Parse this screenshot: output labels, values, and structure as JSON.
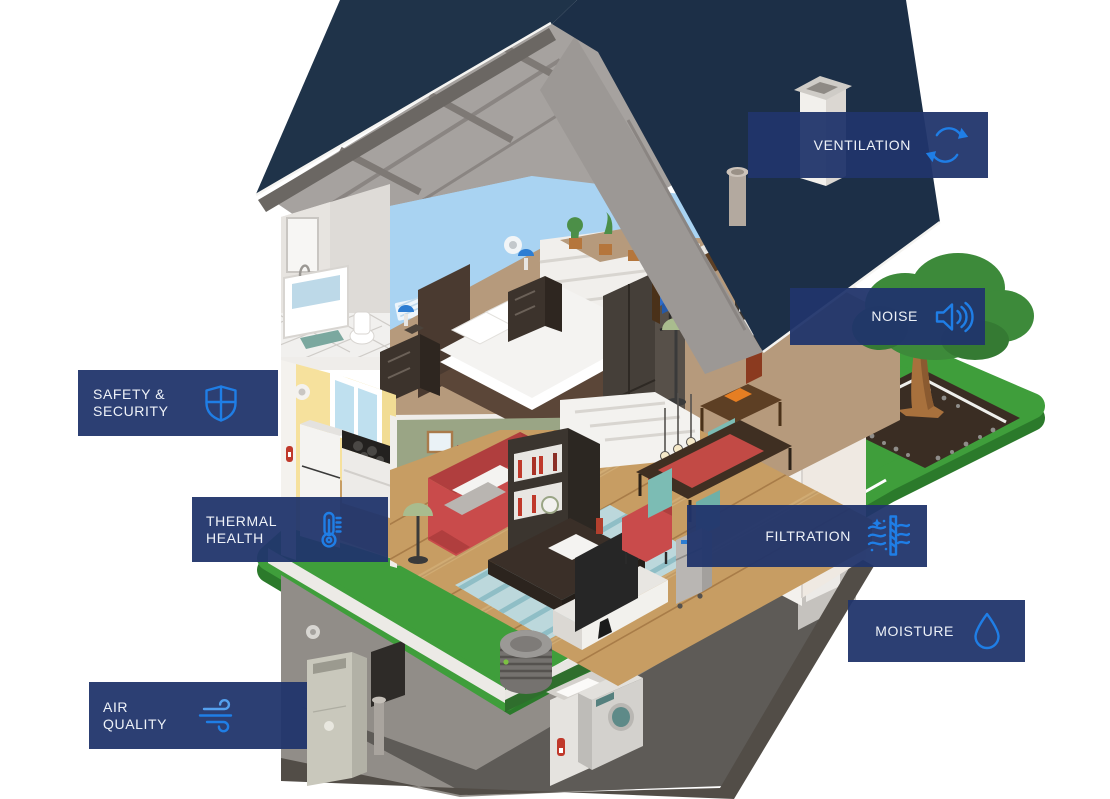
{
  "title": "Healthy home cutaway infographic",
  "banners": {
    "ventilation": {
      "line1": "VENTILATION",
      "line2": "",
      "icon": "cycle-arrows-icon"
    },
    "noise": {
      "line1": "NOISE",
      "line2": "",
      "icon": "speaker-sound-icon"
    },
    "safety": {
      "line1": "SAFETY &",
      "line2": "SECURITY",
      "icon": "shield-icon"
    },
    "thermal": {
      "line1": "THERMAL",
      "line2": "HEALTH",
      "icon": "thermometer-icon"
    },
    "filtration": {
      "line1": "FILTRATION",
      "line2": "",
      "icon": "air-filter-icon"
    },
    "moisture": {
      "line1": "MOISTURE",
      "line2": "",
      "icon": "water-drop-icon"
    },
    "air_quality": {
      "line1": "AIR",
      "line2": "QUALITY",
      "icon": "wind-icon"
    }
  },
  "colors": {
    "banner_background": "#21356C",
    "banner_text": "#EEF2F8",
    "icon_blue": "#1F7EE6",
    "roof_navy": "#1C2F47",
    "lawn_green": "#3F9E3B",
    "lawn_edge_green": "#2B7A2B",
    "bedroom_wall_blue": "#A9D3F2",
    "kitchen_wall_yellow": "#F6E19D",
    "living_wall_olive": "#9AA585",
    "wood_floor": "#C79D63",
    "basement_gray": "#918D88",
    "sofa_red": "#C94B4B"
  }
}
